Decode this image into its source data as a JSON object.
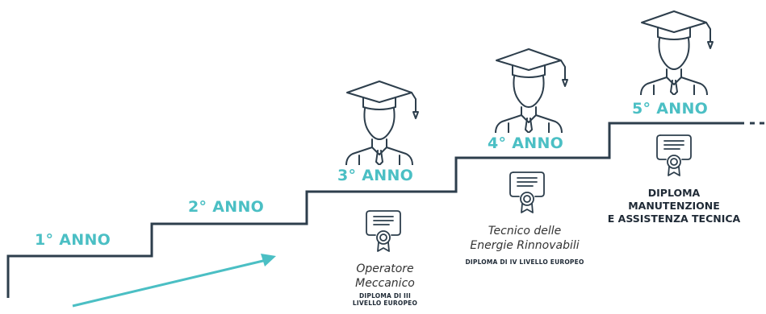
{
  "steps": [
    {
      "id": "year1",
      "label": "1° ANNO"
    },
    {
      "id": "year2",
      "label": "2° ANNO"
    },
    {
      "id": "year3",
      "label": "3° ANNO",
      "qualification": [
        "Operatore",
        "Meccanico"
      ],
      "diploma": [
        "DIPLOMA DI III",
        "LIVELLO EUROPEO"
      ]
    },
    {
      "id": "year4",
      "label": "4° ANNO",
      "qualification": [
        "Tecnico delle",
        "Energie Rinnovabili"
      ],
      "diploma": [
        "DIPLOMA DI IV LIVELLO EUROPEO"
      ]
    },
    {
      "id": "year5",
      "label": "5° ANNO",
      "diploma": [
        "DIPLOMA",
        "MANUTENZIONE",
        "E ASSISTENZA TECNICA"
      ]
    }
  ],
  "colors": {
    "accent": "#4bbfc4",
    "line": "#2d3e4c",
    "text": "#1f2a36"
  },
  "icons": [
    "graduate-icon",
    "certificate-icon",
    "arrow-icon"
  ]
}
